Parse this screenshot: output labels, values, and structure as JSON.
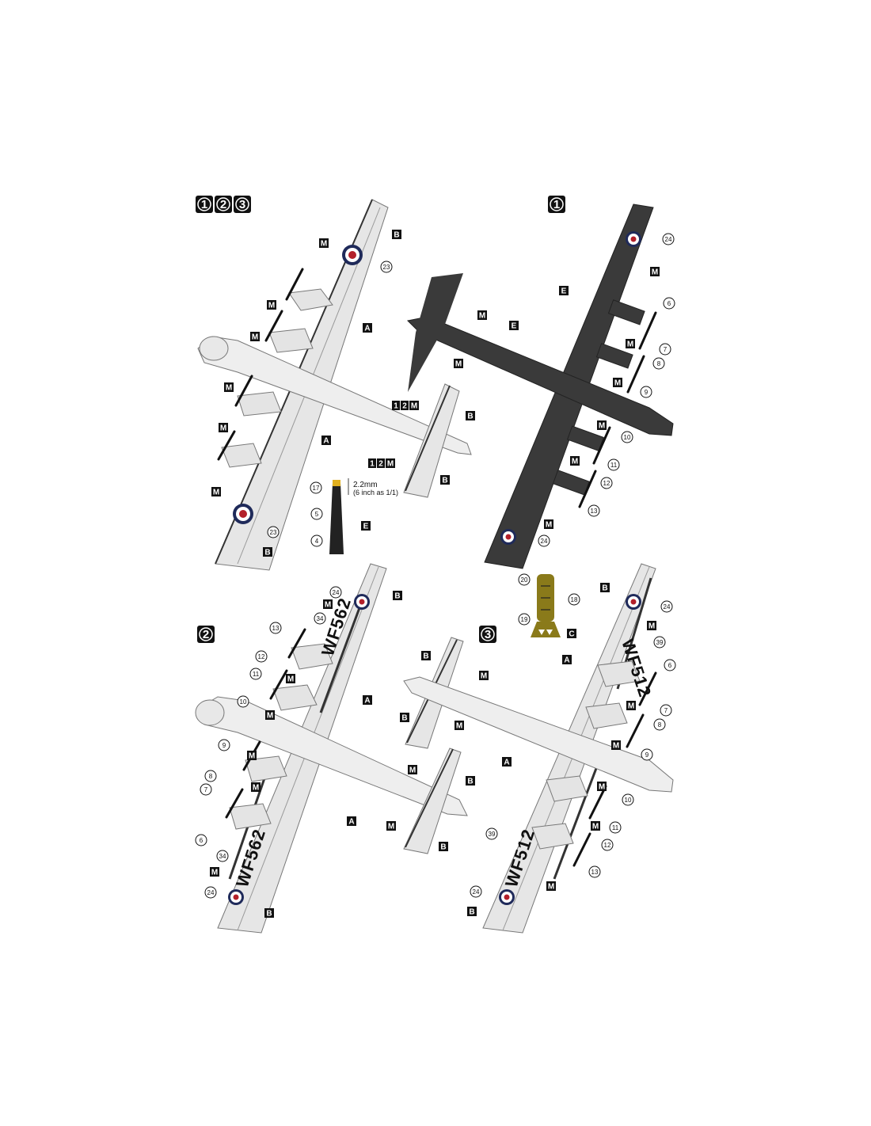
{
  "badges": {
    "top_left": [
      "1",
      "2",
      "3"
    ],
    "top_right": "1",
    "middle_left": "2",
    "middle_right": "3"
  },
  "serials": {
    "scheme2": "WF562",
    "scheme3": "WF512"
  },
  "propeller_note": {
    "size": "2.2mm",
    "scale": "(6 inch as 1/1)"
  },
  "letters": {
    "A": "A",
    "B": "B",
    "C": "C",
    "E": "E",
    "M": "M"
  },
  "combo_labels": {
    "one_two": "12"
  },
  "callouts": [
    "4",
    "5",
    "6",
    "7",
    "8",
    "9",
    "10",
    "11",
    "12",
    "13",
    "17",
    "18",
    "19",
    "20",
    "23",
    "24",
    "34",
    "39"
  ],
  "colors": {
    "dark_scheme": "#3a3a3a",
    "silver": "#e6e6e6",
    "silver_line": "#8a8a8a",
    "roundel_blue": "#1f2a5a",
    "roundel_red": "#b3202a",
    "bomb": "#8a7a1a"
  }
}
